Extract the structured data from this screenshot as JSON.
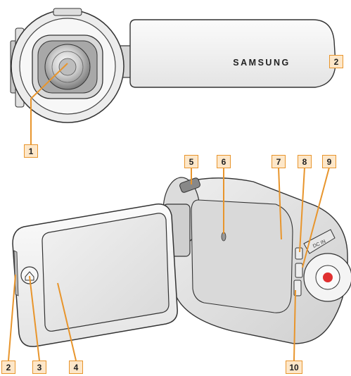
{
  "brand": "SAMSUNG",
  "accent_color": "#e8952c",
  "callout_fill": "#fde7c9",
  "callouts": {
    "top_1": "1",
    "top_2": "2",
    "b_2": "2",
    "b_3": "3",
    "b_4": "4",
    "b_5": "5",
    "b_6": "6",
    "b_7": "7",
    "b_8": "8",
    "b_9": "9",
    "b_10": "10"
  },
  "port_label": "DC IN"
}
